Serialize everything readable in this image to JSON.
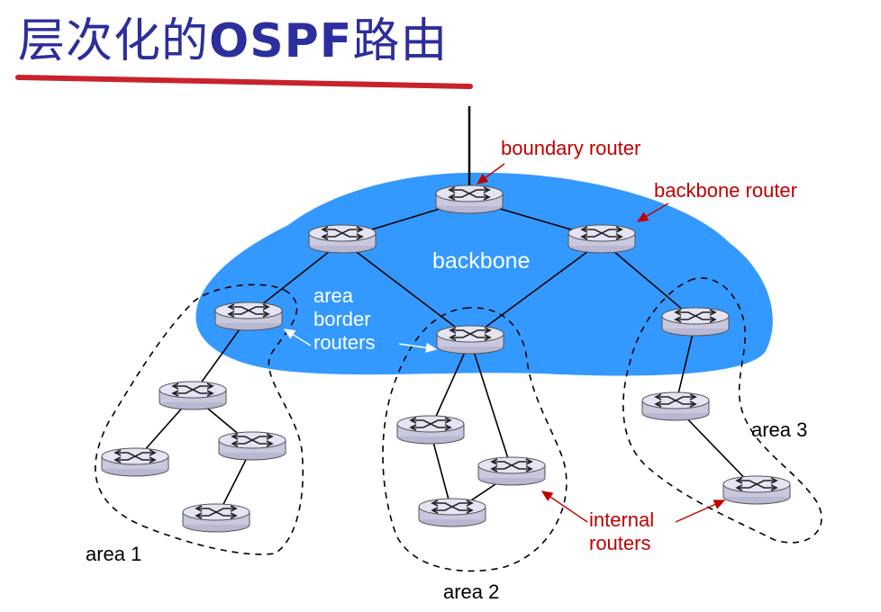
{
  "title": {
    "cjk_prefix": "层次化的",
    "latin": "OSPF",
    "cjk_suffix": "路由"
  },
  "labels": {
    "boundary_router": "boundary router",
    "backbone_router": "backbone router",
    "backbone": "backbone",
    "area_border_1": "area",
    "area_border_2": "border",
    "area_border_3": "routers",
    "area1": "area 1",
    "area2": "area 2",
    "area3": "area 3",
    "internal_1": "internal",
    "internal_2": "routers"
  },
  "colors": {
    "title": "#2b2e9c",
    "underline": "#c8232c",
    "backbone_fill": "#3399ff",
    "red_label": "#c00000",
    "router_fill": "#dcdcf0"
  }
}
